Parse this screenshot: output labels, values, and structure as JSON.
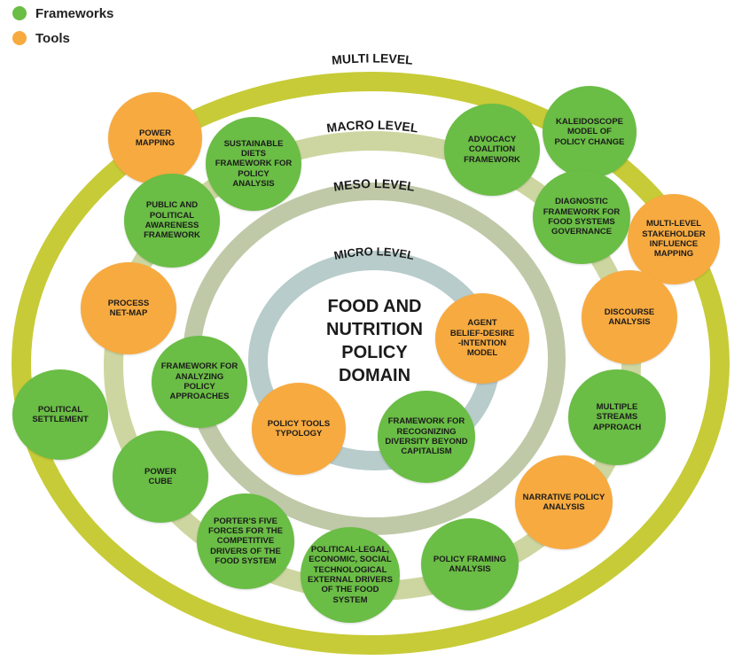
{
  "legend": [
    {
      "label": "Frameworks",
      "color": "#6abd45"
    },
    {
      "label": "Tools",
      "color": "#f7aa3f"
    }
  ],
  "colors": {
    "framework": "#6abd45",
    "tool": "#f7aa3f",
    "multi_ring": "#c7cb37",
    "macro_ring": "#cdd6a0",
    "meso_ring": "#bfc9a8",
    "micro_ring": "#b7cccb"
  },
  "rings": {
    "multi": "MULTI LEVEL",
    "macro": "MACRO LEVEL",
    "meso": "MESO LEVEL",
    "micro": "MICRO LEVEL"
  },
  "center_title": "FOOD AND\nNUTRITION\nPOLICY\nDOMAIN",
  "nodes": [
    {
      "id": "power-mapping",
      "type": "tool",
      "text": "POWER\nMAPPING"
    },
    {
      "id": "sustainable-diets",
      "type": "framework",
      "text": "SUSTAINABLE\nDIETS\nFRAMEWORK FOR\nPOLICY\nANALYSIS"
    },
    {
      "id": "advocacy-coalition",
      "type": "framework",
      "text": "ADVOCACY\nCOALITION\nFRAMEWORK"
    },
    {
      "id": "kaleidoscope",
      "type": "framework",
      "text": "KALEIDOSCOPE\nMODEL OF\nPOLICY CHANGE"
    },
    {
      "id": "public-political-awareness",
      "type": "framework",
      "text": "PUBLIC AND\nPOLITICAL\nAWARENESS\nFRAMEWORK"
    },
    {
      "id": "diagnostic-framework",
      "type": "framework",
      "text": "DIAGNOSTIC\nFRAMEWORK FOR\nFOOD SYSTEMS\nGOVERNANCE"
    },
    {
      "id": "multi-level-stakeholder",
      "type": "tool",
      "text": "MULTI-LEVEL\nSTAKEHOLDER\nINFLUENCE\nMAPPING"
    },
    {
      "id": "process-net-map",
      "type": "tool",
      "text": "PROCESS\nNET-MAP"
    },
    {
      "id": "agent-bdi",
      "type": "tool",
      "text": "AGENT\nBELIEF-DESIRE\n-INTENTION\nMODEL"
    },
    {
      "id": "discourse-analysis",
      "type": "tool",
      "text": "DISCOURSE\nANALYSIS"
    },
    {
      "id": "analyzing-policy-approaches",
      "type": "framework",
      "text": "FRAMEWORK FOR\nANALYZING POLICY\nAPPROACHES"
    },
    {
      "id": "political-settlement",
      "type": "framework",
      "text": "POLITICAL\nSETTLEMENT"
    },
    {
      "id": "policy-tools-typology",
      "type": "tool",
      "text": "POLICY TOOLS\nTYPOLOGY"
    },
    {
      "id": "recognizing-diversity",
      "type": "framework",
      "text": "FRAMEWORK FOR\nRECOGNIZING\nDIVERSITY BEYOND\nCAPITALISM"
    },
    {
      "id": "multiple-streams",
      "type": "framework",
      "text": "MULTIPLE STREAMS\nAPPROACH"
    },
    {
      "id": "power-cube",
      "type": "framework",
      "text": "POWER\nCUBE"
    },
    {
      "id": "narrative-policy",
      "type": "tool",
      "text": "NARRATIVE POLICY\nANALYSIS"
    },
    {
      "id": "porters-five-forces",
      "type": "framework",
      "text": "PORTER'S FIVE\nFORCES FOR THE\nCOMPETITIVE\nDRIVERS OF THE\nFOOD SYSTEM"
    },
    {
      "id": "pest-drivers",
      "type": "framework",
      "text": "POLITICAL-LEGAL,\nECONOMIC, SOCIAL\nTECHNOLOGICAL\nEXTERNAL DRIVERS\nOF THE FOOD\nSYSTEM"
    },
    {
      "id": "policy-framing",
      "type": "framework",
      "text": "POLICY FRAMING\nANALYSIS"
    }
  ]
}
